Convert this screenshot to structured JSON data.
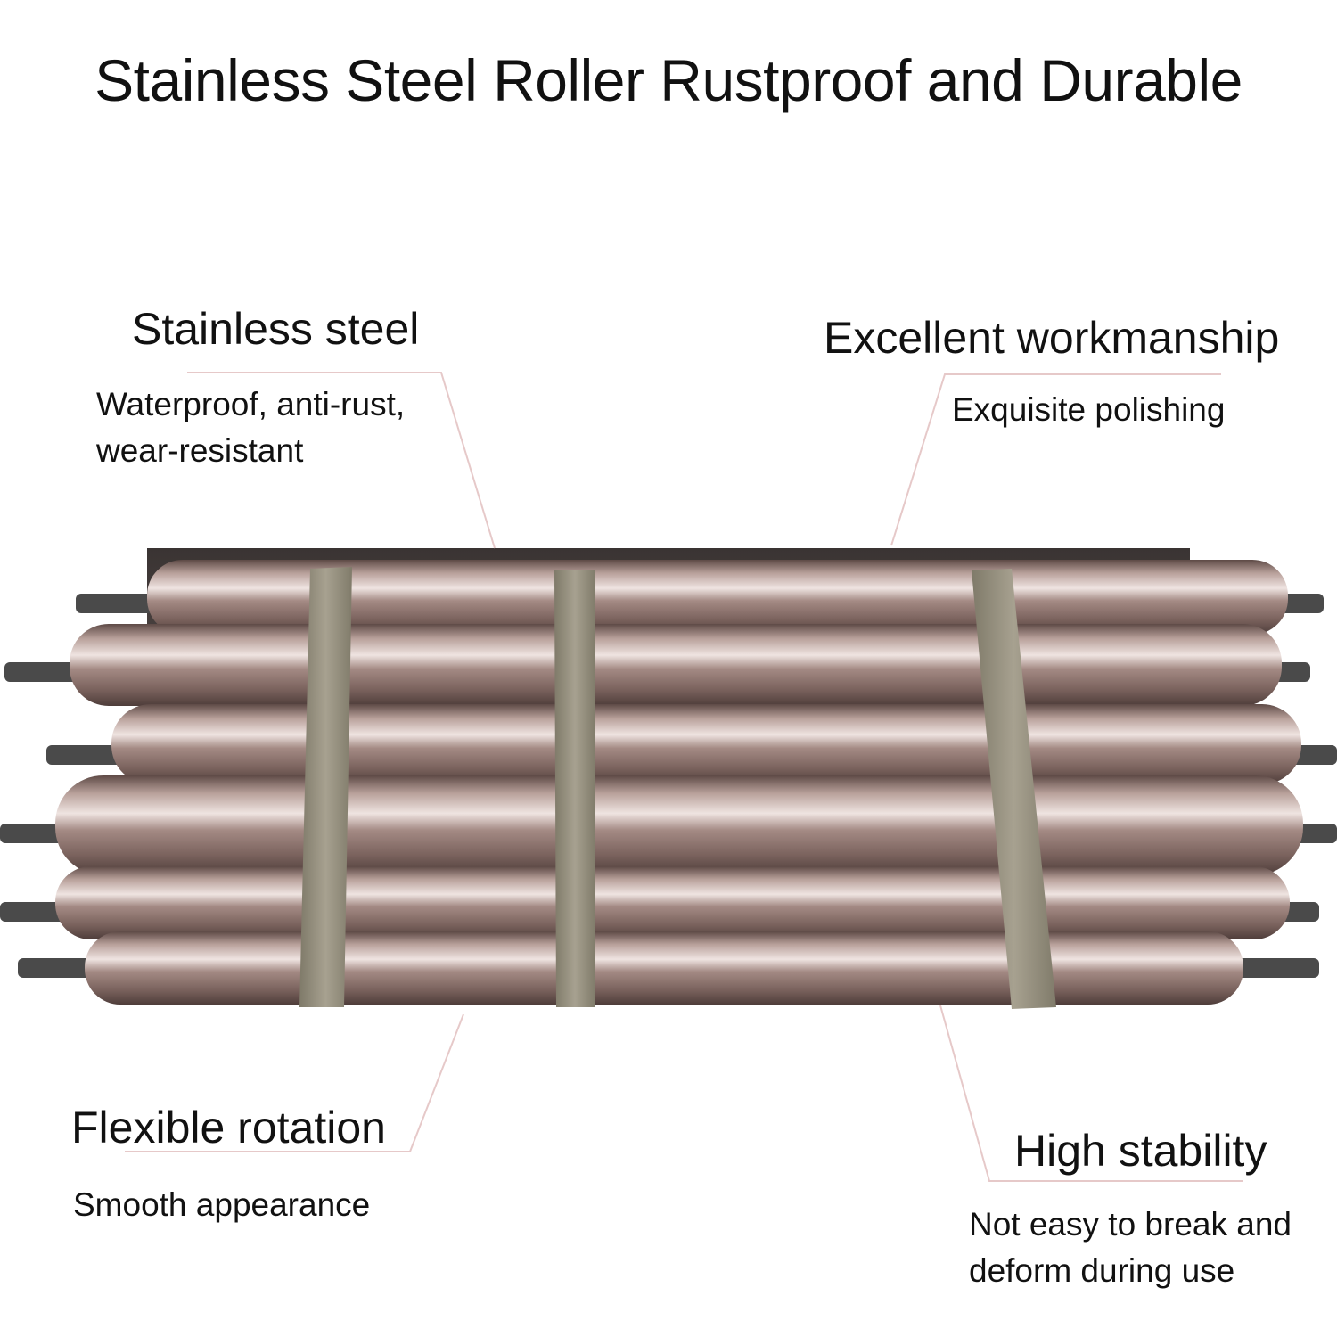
{
  "title": "Stainless Steel Roller Rustproof and Durable",
  "features": {
    "stainless": {
      "title": "Stainless steel",
      "lines": [
        "Waterproof, anti-rust,",
        "wear-resistant"
      ]
    },
    "workmanship": {
      "title": "Excellent workmanship",
      "lines": [
        "Exquisite polishing"
      ]
    },
    "rotation": {
      "title": "Flexible rotation",
      "lines": [
        "Smooth appearance"
      ]
    },
    "stability": {
      "title": "High stability",
      "lines": [
        "Not easy to break and",
        "deform during use"
      ]
    }
  },
  "product": {
    "roller_count": 6,
    "strap_count": 3,
    "colors": {
      "steel_dark": "#5e4a46",
      "steel_mid": "#a48a84",
      "steel_light": "#e9ddd9",
      "strap": "#9a9482",
      "axle": "#4a4a4a",
      "rule": "#e6c9c9"
    }
  }
}
